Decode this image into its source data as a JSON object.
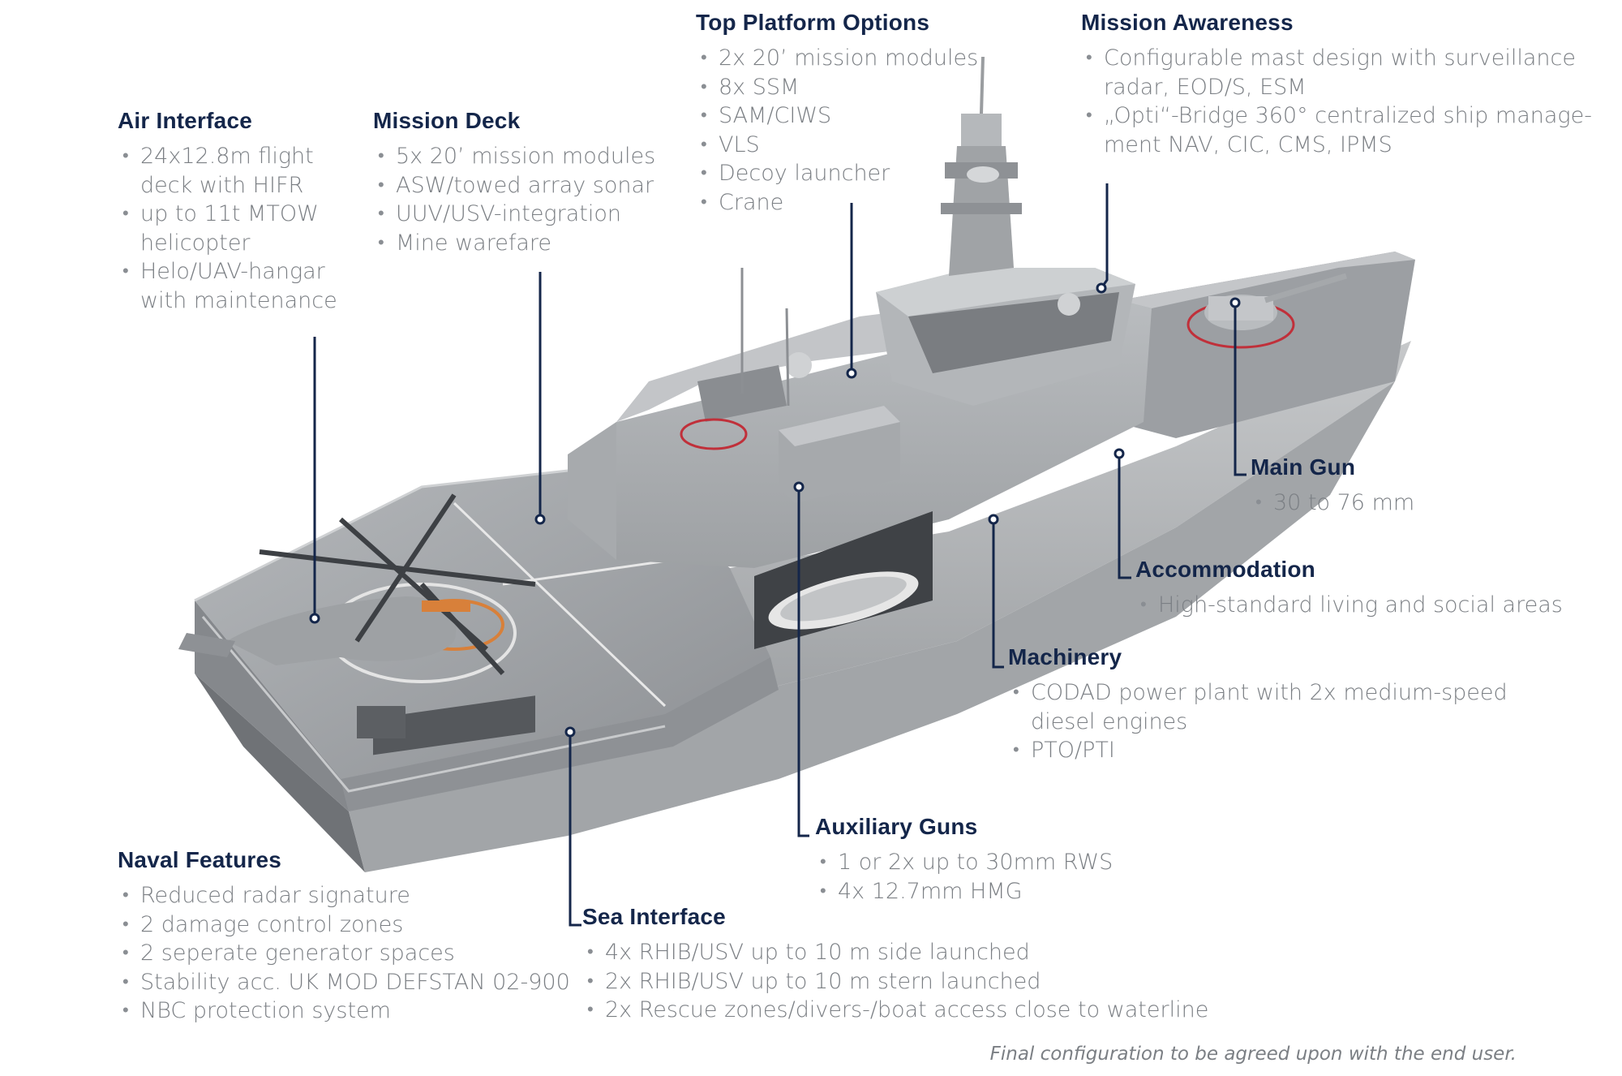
{
  "callouts": {
    "air_interface": {
      "title": "Air Interface",
      "items": [
        "24x12.8m flight",
        "deck with HIFR",
        "up to 11t MTOW",
        "helicopter",
        "Helo/UAV-hangar",
        "with maintenance"
      ]
    },
    "mission_deck": {
      "title": "Mission Deck",
      "items": [
        "5x 20’ mission modules",
        "ASW/towed array sonar",
        "UUV/USV-integration",
        "Mine warefare"
      ]
    },
    "top_platform": {
      "title": "Top Platform Options",
      "items": [
        "2x 20’ mission modules",
        "8x SSM",
        "SAM/CIWS",
        "VLS",
        "Decoy launcher",
        "Crane"
      ]
    },
    "mission_awareness": {
      "title": "Mission Awareness",
      "items": [
        "Configurable mast design with surveillance",
        "radar, EOD/S, ESM",
        "„Opti“-Bridge 360° centralized ship manage-",
        "ment NAV, CIC, CMS, IPMS"
      ]
    },
    "main_gun": {
      "title": "Main Gun",
      "items": [
        "30 to 76 mm"
      ]
    },
    "accommodation": {
      "title": "Accommodation",
      "items": [
        "High-standard living and social areas"
      ]
    },
    "machinery": {
      "title": "Machinery",
      "items": [
        "CODAD power plant with 2x medium-speed",
        "diesel engines",
        "PTO/PTI"
      ]
    },
    "auxiliary_guns": {
      "title": "Auxiliary Guns",
      "items": [
        "1 or 2x up to 30mm RWS",
        "4x 12.7mm HMG"
      ]
    },
    "naval_features": {
      "title": "Naval Features",
      "items": [
        "Reduced radar signature",
        "2 damage control zones",
        "2 seperate generator spaces",
        "Stability acc. UK MOD DEFSTAN 02-900",
        "NBC protection system"
      ]
    },
    "sea_interface": {
      "title": "Sea Interface",
      "items": [
        "4x RHIB/USV up to 10 m side launched",
        "2x RHIB/USV up to 10 m stern launched",
        "2x Rescue zones/divers-/boat access close to waterline"
      ]
    }
  },
  "footnote": "Final configuration to be agreed upon with the end user.",
  "colors": {
    "heading": "#14264a",
    "body_text": "#7b7f84",
    "leader_line": "#14264a",
    "hull_light": "#c9cbcd",
    "hull_mid": "#a9acaf",
    "hull_dark": "#7d8084",
    "marking_red": "#c0303a"
  }
}
